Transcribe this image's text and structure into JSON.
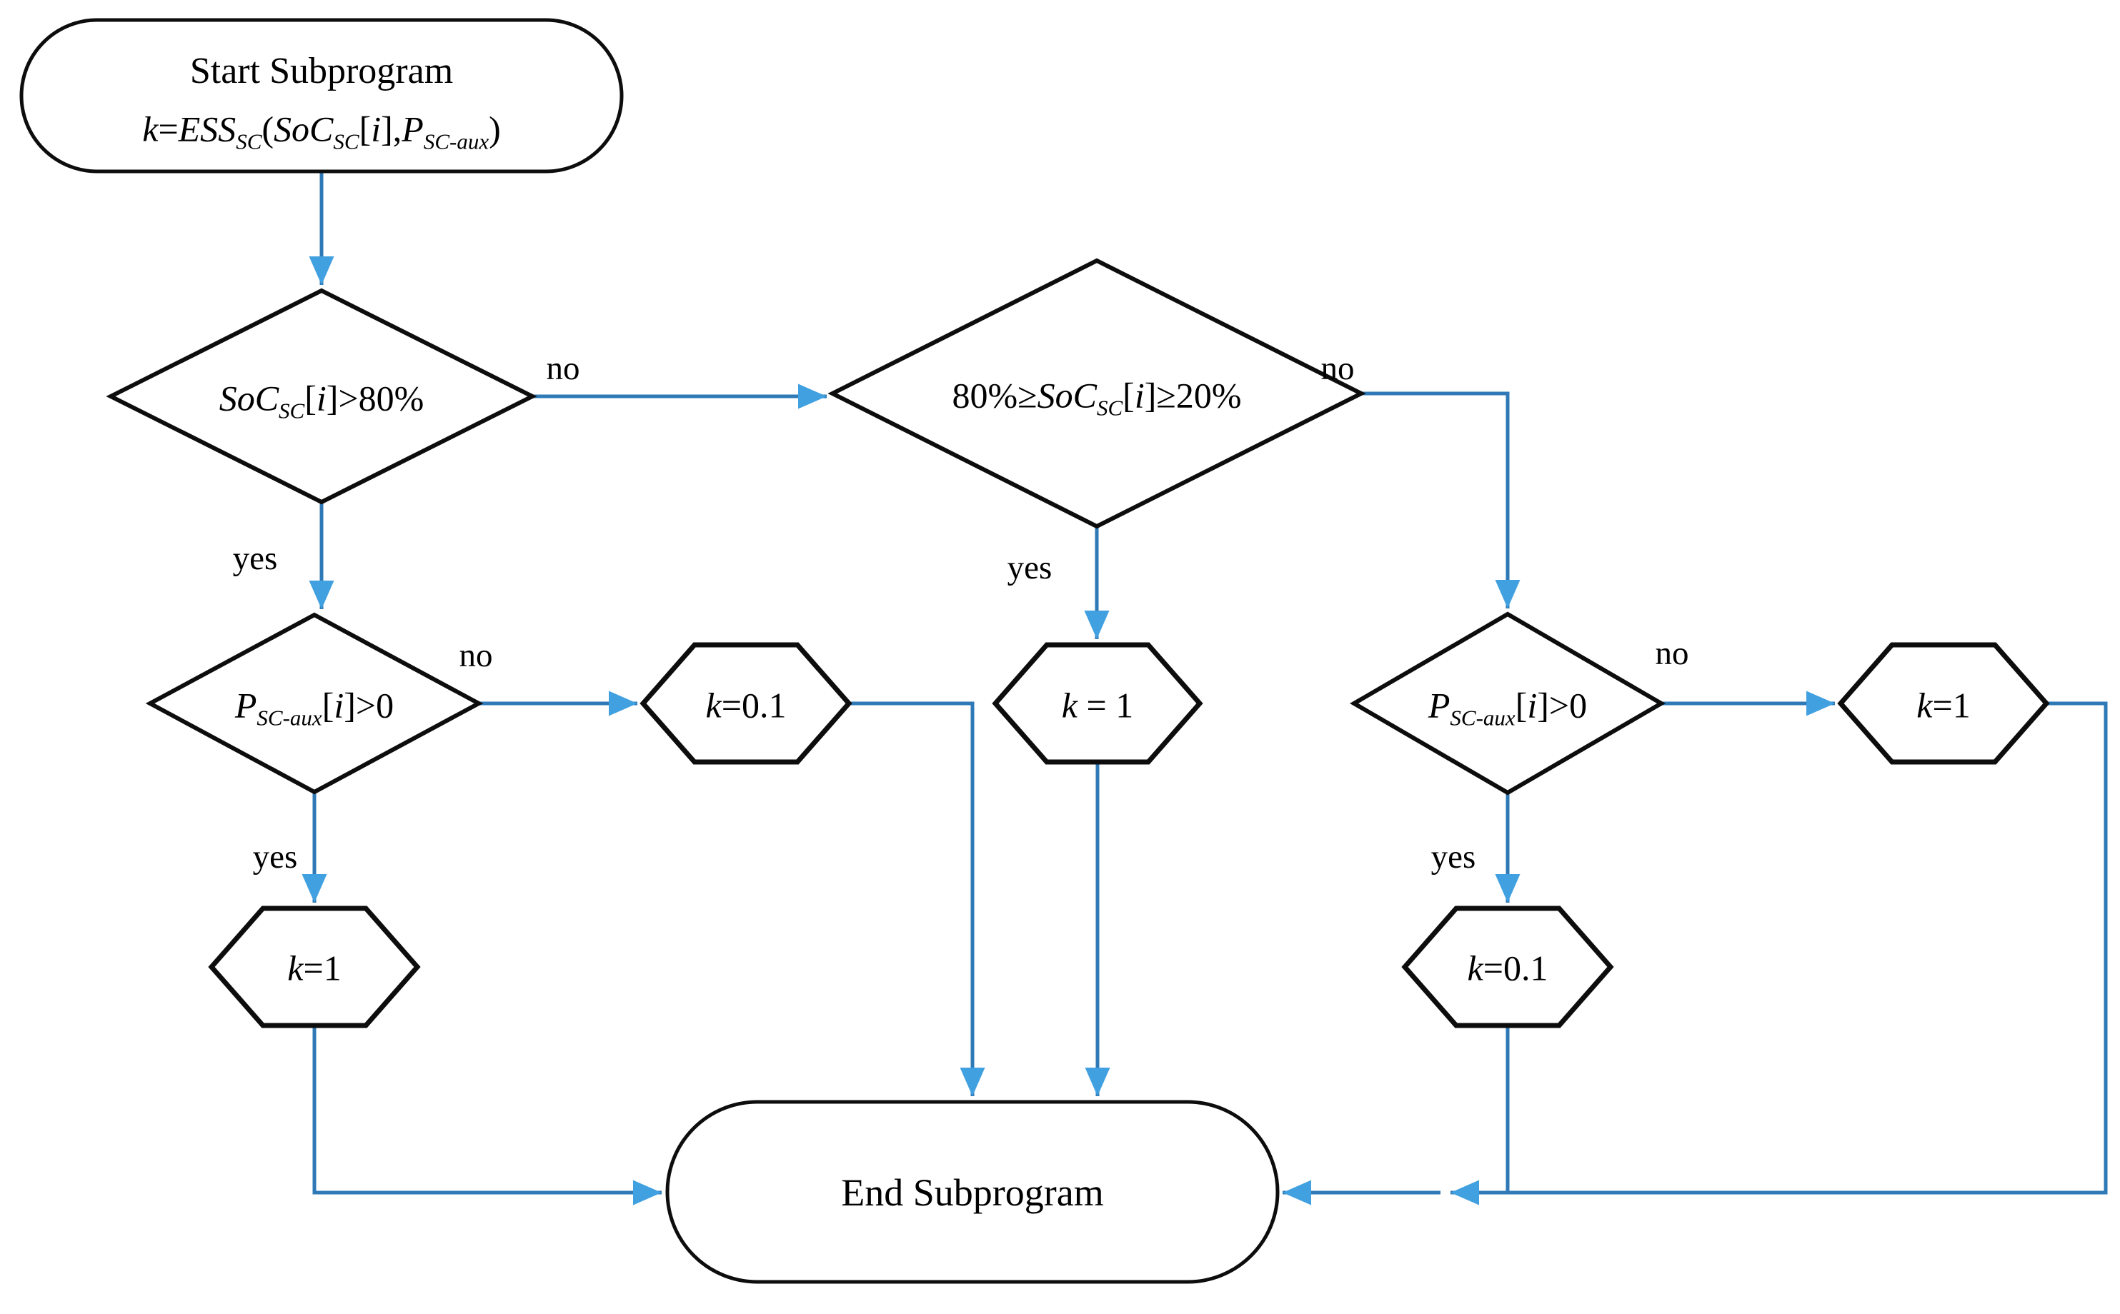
{
  "title": "ESS supercapacitor subprogram flowchart",
  "colors": {
    "background": "#ffffff",
    "connector": "#2e79b6",
    "arrowhead": "#41a0e0",
    "shape_stroke": "#0d0d0d",
    "shape_fill": "#ffffff",
    "text": "#000000"
  },
  "nodes": {
    "start": {
      "type": "terminator",
      "line1": "Start Subprogram",
      "line2": "*k*=*ESS*_{SC}(*SoC*_{SC}[*i*],*P*_{SC-aux})"
    },
    "decision_soc_gt_80": {
      "type": "decision",
      "label": "*SoC*_{SC}[*i*]>80%"
    },
    "decision_soc_between": {
      "type": "decision",
      "label": "80%≥*SoC*_{SC}[*i*]≥20%"
    },
    "decision_p_left": {
      "type": "decision",
      "label": "*P*_{SC-aux}[*i*]>0"
    },
    "decision_p_right": {
      "type": "decision",
      "label": "*P*_{SC-aux}[*i*]>0"
    },
    "hex_k01_left": {
      "type": "preparation",
      "label": "*k*=0.1"
    },
    "hex_k1_mid": {
      "type": "preparation",
      "label": "*k* = 1"
    },
    "hex_k1_right": {
      "type": "preparation",
      "label": "*k*=1"
    },
    "hex_k1_yes_left": {
      "type": "preparation",
      "label": "*k*=1"
    },
    "hex_k01_yes_right": {
      "type": "preparation",
      "label": "*k*=0.1"
    },
    "end": {
      "type": "terminator",
      "label": "End Subprogram"
    }
  },
  "edge_labels": {
    "d1_no": "no",
    "d1_yes": "yes",
    "d2_no": "no",
    "d2_yes": "yes",
    "d3_no": "no",
    "d3_yes": "yes",
    "d4_no": "no",
    "d4_yes": "yes"
  }
}
